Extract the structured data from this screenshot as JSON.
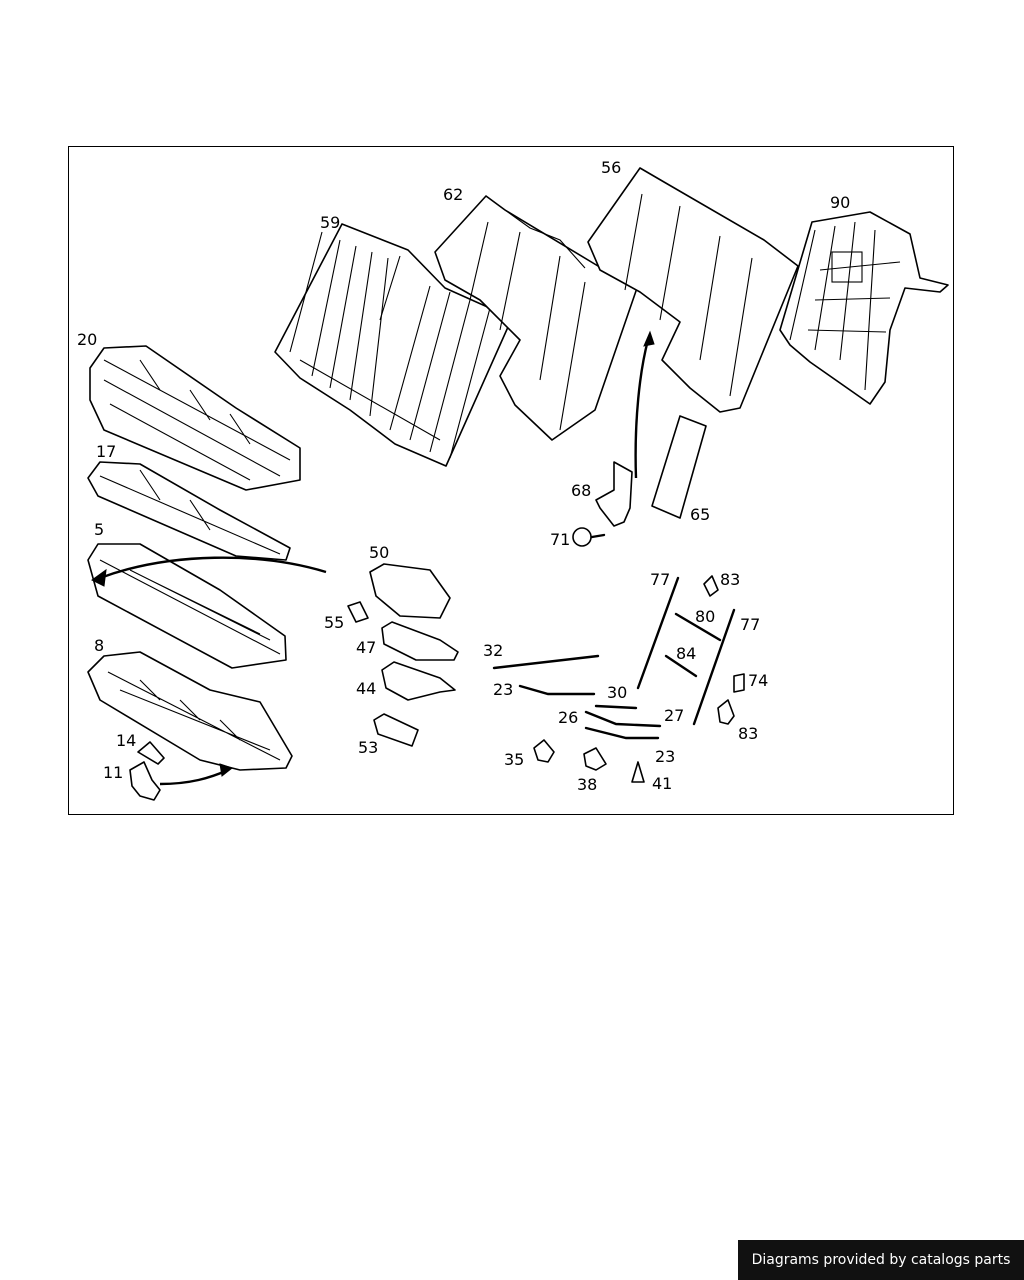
{
  "diagram": {
    "callouts": {
      "c56": "56",
      "c62": "62",
      "c59": "59",
      "c90": "90",
      "c20": "20",
      "c17": "17",
      "c5": "5",
      "c68": "68",
      "c65": "65",
      "c71": "71",
      "c50": "50",
      "c55": "55",
      "c47": "47",
      "c44": "44",
      "c53": "53",
      "c8": "8",
      "c14": "14",
      "c11": "11",
      "c32": "32",
      "c23a": "23",
      "c30": "30",
      "c26": "26",
      "c27": "27",
      "c23b": "23",
      "c35": "35",
      "c38": "38",
      "c41": "41",
      "c77a": "77",
      "c83a": "83",
      "c80": "80",
      "c77b": "77",
      "c84": "84",
      "c74": "74",
      "c83b": "83"
    }
  },
  "footer": {
    "credit": "Diagrams provided by catalogs parts"
  }
}
